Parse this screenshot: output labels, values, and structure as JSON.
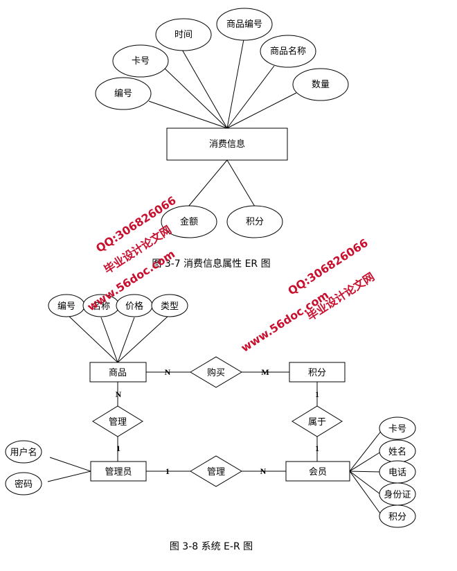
{
  "figure1": {
    "entity": "消费信息",
    "attributes": [
      "编号",
      "卡号",
      "时间",
      "商品编号",
      "商品名称",
      "数量",
      "金额",
      "积分"
    ],
    "caption": "图 3-7 消费信息属性 ER 图"
  },
  "figure2": {
    "entities": {
      "goods": "商品",
      "points": "积分",
      "admin": "管理员",
      "member": "会员"
    },
    "relationships": {
      "buy": "购买",
      "manage_goods": "管理",
      "belongs": "属于",
      "manage_member": "管理"
    },
    "goods_attributes": [
      "编号",
      "名称",
      "价格",
      "类型"
    ],
    "admin_attributes": [
      "用户名",
      "密码"
    ],
    "member_attributes": [
      "卡号",
      "姓名",
      "电话",
      "身份证",
      "积分"
    ],
    "cardinalities": {
      "goods_buy": "N",
      "buy_points": "M",
      "goods_manage": "N",
      "manage_admin": "1",
      "points_belongs": "1",
      "belongs_member": "1",
      "admin_manage": "1",
      "manage_member": "N"
    },
    "caption": "图 3-8 系统 E-R 图"
  },
  "watermarks": [
    "毕业设计论文网",
    "www.56doc.com",
    "QQ:306826066"
  ]
}
